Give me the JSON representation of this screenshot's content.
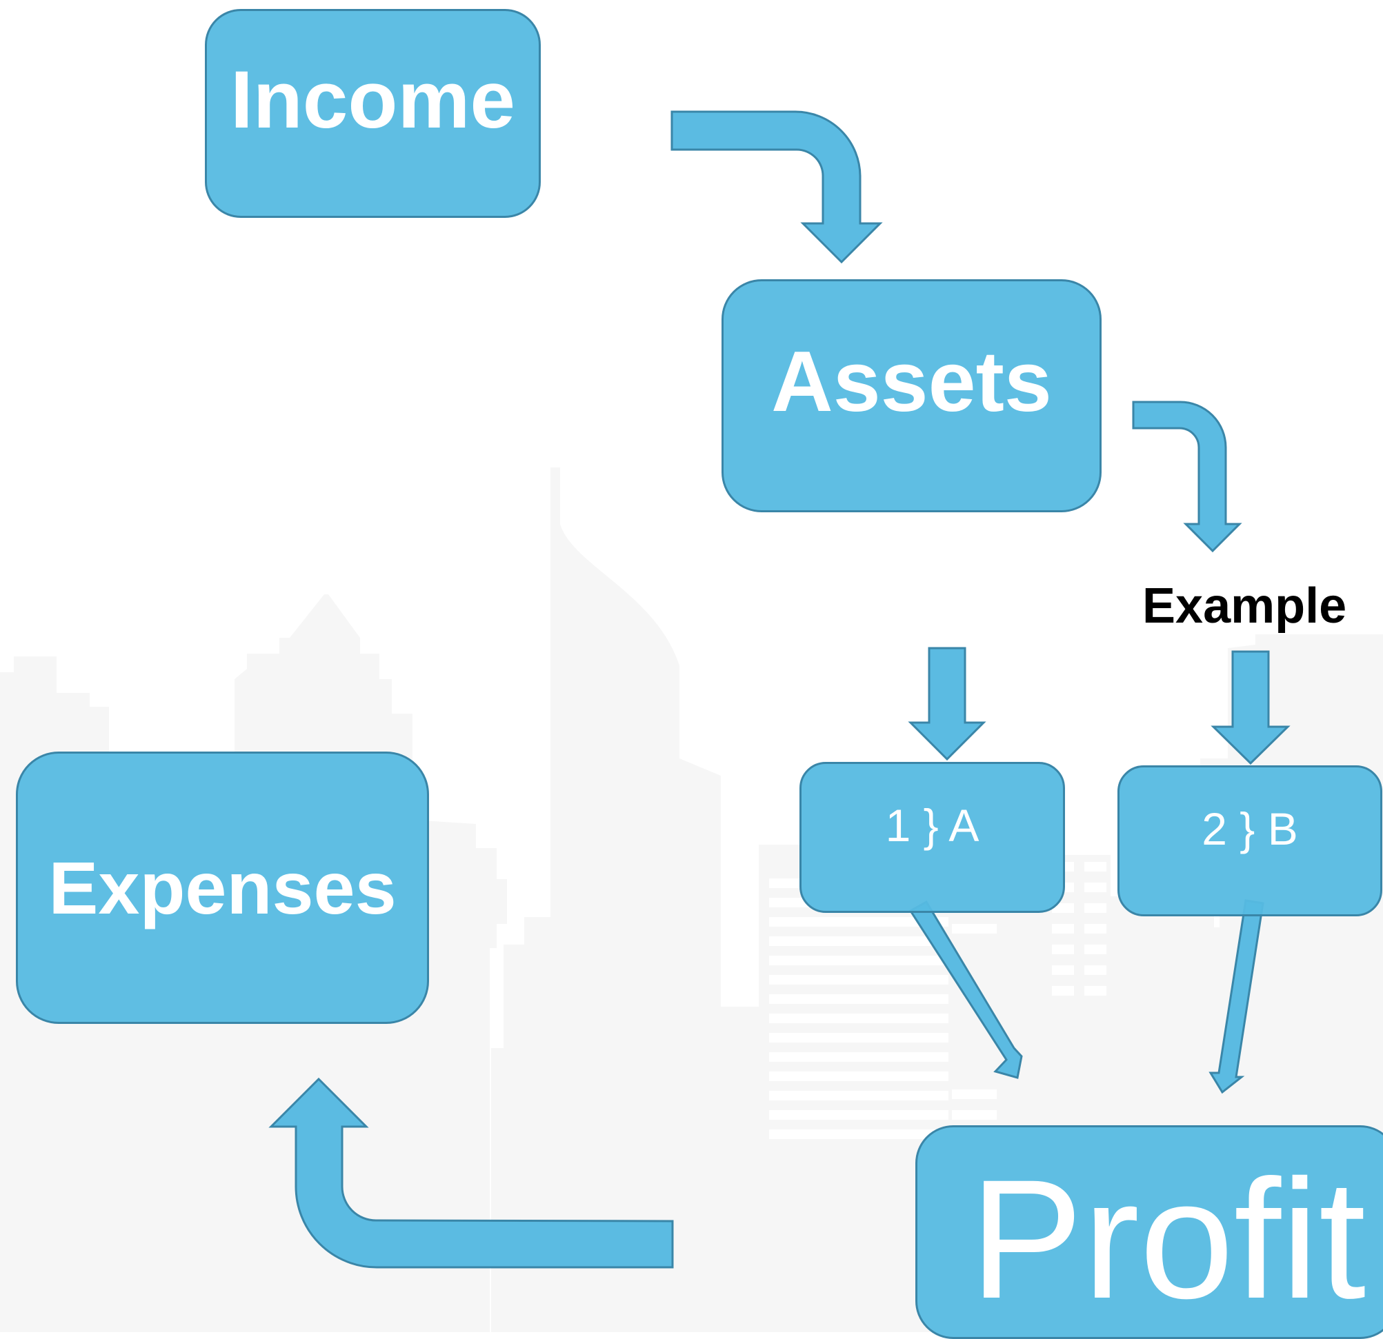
{
  "diagram": {
    "nodes": {
      "income": "Income",
      "assets": "Assets",
      "expenses": "Expenses",
      "option_a": "1 } A",
      "option_b": "2 } B",
      "profit": "Profit"
    },
    "example_label": "Example",
    "colors": {
      "box_fill": "#5bbbe2",
      "box_border": "#3a86a8",
      "box_text": "#ffffff",
      "background_skyline": "#f2f2f2"
    },
    "flow": [
      [
        "Income",
        "Assets"
      ],
      [
        "Assets",
        "Example"
      ],
      [
        "1 } A",
        "Profit"
      ],
      [
        "2 } B",
        "Profit"
      ],
      [
        "Profit",
        "Expenses"
      ]
    ]
  }
}
